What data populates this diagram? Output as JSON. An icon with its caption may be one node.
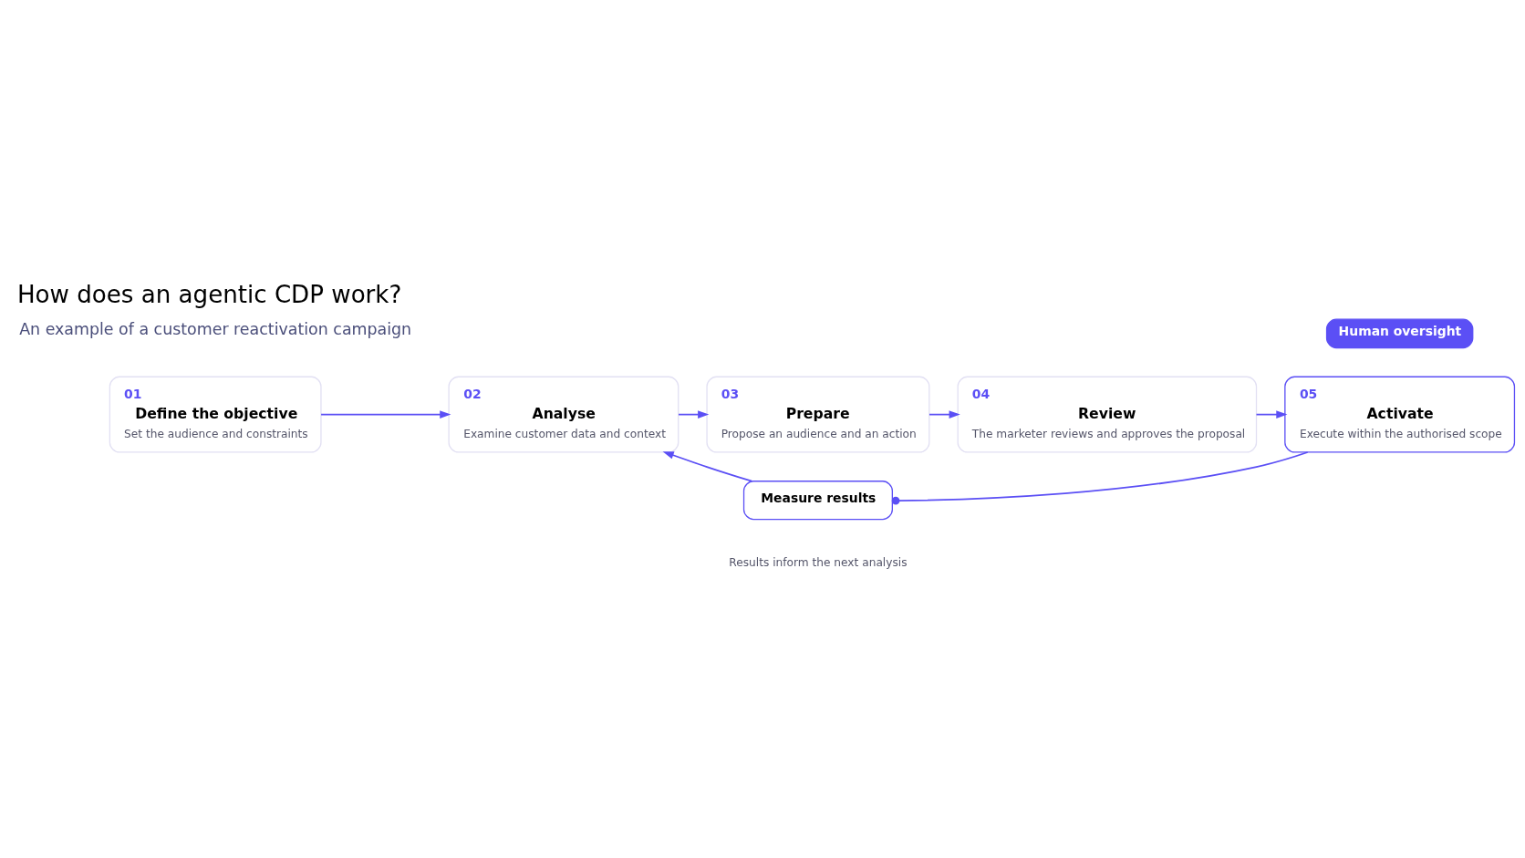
{
  "diagram": {
    "title": "How does an agentic CDP work?",
    "nodes": [
      {
        "text": [
          "01",
          "Define the objective",
          "Set the audience and constraints"
        ]
      },
      {
        "text": [
          "02",
          "Analyse",
          "Examine customer data and context"
        ]
      },
      {
        "text": [
          "03",
          "Prepare",
          "Propose an audience and an action"
        ]
      },
      {
        "text": [
          "04",
          "Review",
          "The marketer reviews and approves the proposal"
        ]
      },
      {
        "text": [
          "05",
          "Activate",
          "Execute within the authorised scope"
        ]
      },
      {
        "text": [
          "Human oversight"
        ]
      },
      {
        "text": [
          "Measure results"
        ],
        "beside": [
          "Results inform the next analysis"
        ]
      }
    ],
    "edges": [
      {
        "from": 0,
        "to": 1,
        "arrow": "to"
      },
      {
        "from": 1,
        "to": 2,
        "arrow": "to"
      },
      {
        "from": 2,
        "to": 3,
        "arrow": "to"
      },
      {
        "from": 3,
        "to": 4,
        "arrow": "to"
      },
      {
        "from": 4,
        "to": 6,
        "arrow": "other"
      },
      {
        "from": 6,
        "to": 1,
        "arrow": "to"
      }
    ],
    "labels": [
      "An example of a customer reactivation campaign"
    ]
  }
}
